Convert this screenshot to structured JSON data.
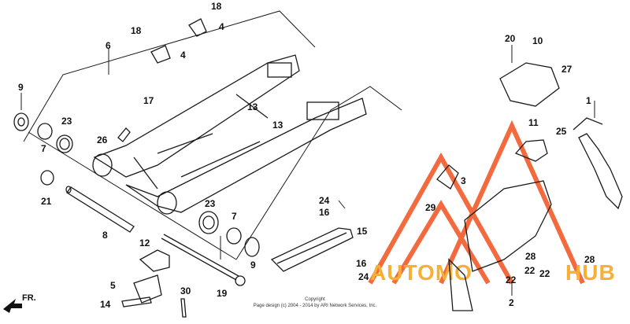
{
  "callouts": [
    "1",
    "2",
    "3",
    "4",
    "4",
    "5",
    "6",
    "7",
    "7",
    "8",
    "9",
    "9",
    "10",
    "11",
    "12",
    "13",
    "13",
    "14",
    "15",
    "16",
    "16",
    "17",
    "18",
    "18",
    "19",
    "20",
    "21",
    "22",
    "22",
    "22",
    "23",
    "23",
    "24",
    "24",
    "25",
    "26",
    "27",
    "28",
    "28",
    "29",
    "30"
  ],
  "direction_label": "FR.",
  "copyright": {
    "line1": "Copyright",
    "line2": "Page design (c) 2004 - 2014 by ARI Network Services, Inc."
  },
  "watermark": {
    "left": "AUTOMO",
    "right": "HUB",
    "accent_color": "#f25a2a",
    "text_color": "#f6a821"
  }
}
